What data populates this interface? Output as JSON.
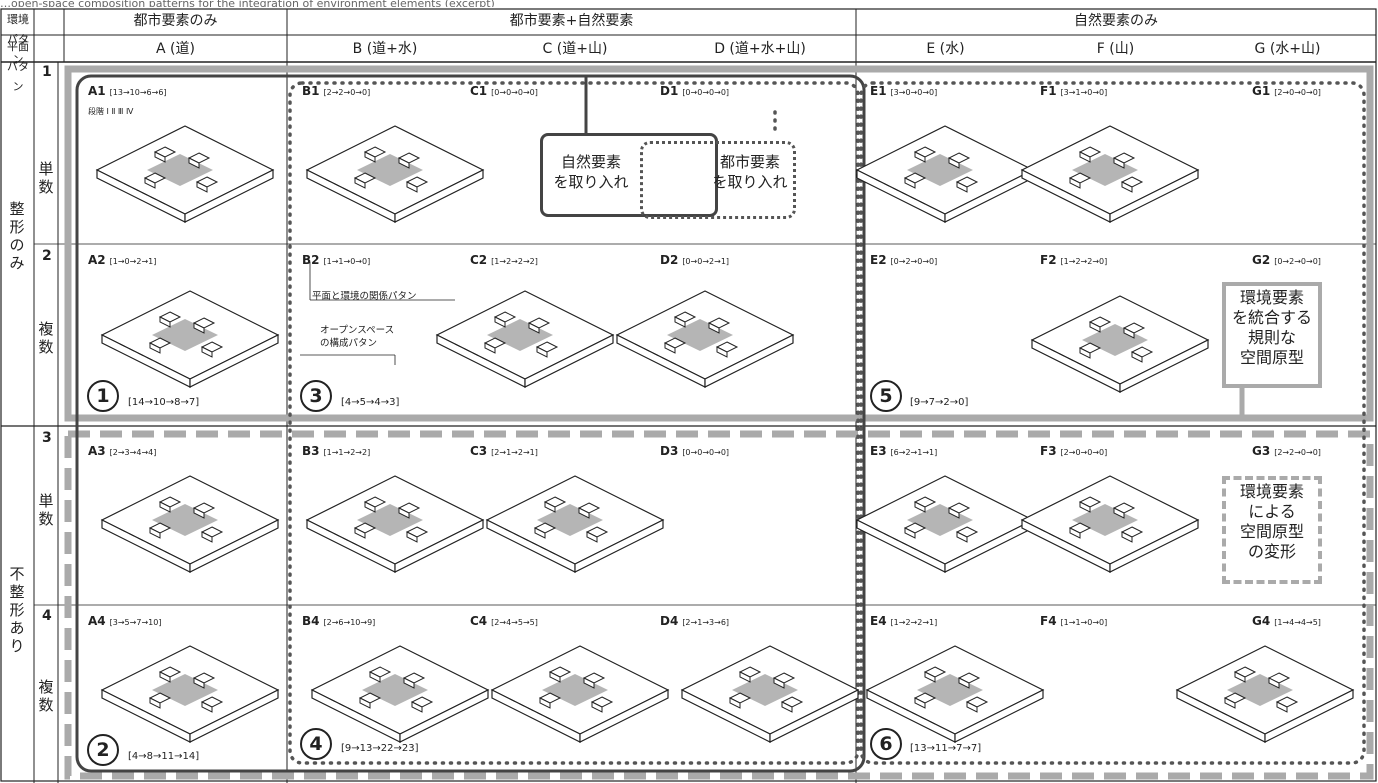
{
  "top_caption": "…open-space composition patterns for the integration of environment elements (excerpt)",
  "header": {
    "env_pattern_label": "環境パタン",
    "plan_pattern_label": "平面パタン",
    "groups": [
      "都市要素のみ",
      "都市要素+自然要素",
      "自然要素のみ"
    ],
    "columns": [
      "A (道)",
      "B (道+水)",
      "C (道+山)",
      "D (道+水+山)",
      "E (水)",
      "F (山)",
      "G (水+山)"
    ]
  },
  "row_groups": [
    {
      "label": "整形のみ",
      "chars": [
        "整",
        "形",
        "の",
        "み"
      ]
    },
    {
      "label": "不整形あり",
      "chars": [
        "不",
        "整",
        "形",
        "あ",
        "り"
      ]
    }
  ],
  "rows": [
    {
      "num": "1",
      "label_chars": [
        "単",
        "数"
      ]
    },
    {
      "num": "2",
      "label_chars": [
        "複",
        "数"
      ]
    },
    {
      "num": "3",
      "label_chars": [
        "単",
        "数"
      ]
    },
    {
      "num": "4",
      "label_chars": [
        "複",
        "数"
      ]
    }
  ],
  "cells": [
    {
      "id": "A1",
      "count": "[13→10→6→6]"
    },
    {
      "id": "B1",
      "count": "[2→2→0→0]"
    },
    {
      "id": "C1",
      "count": "[0→0→0→0]"
    },
    {
      "id": "D1",
      "count": "[0→0→0→0]"
    },
    {
      "id": "E1",
      "count": "[3→0→0→0]"
    },
    {
      "id": "F1",
      "count": "[3→1→0→0]"
    },
    {
      "id": "G1",
      "count": "[2→0→0→0]"
    },
    {
      "id": "A2",
      "count": "[1→0→2→1]"
    },
    {
      "id": "B2",
      "count": "[1→1→0→0]"
    },
    {
      "id": "C2",
      "count": "[1→2→2→2]"
    },
    {
      "id": "D2",
      "count": "[0→0→2→1]"
    },
    {
      "id": "E2",
      "count": "[0→2→0→0]"
    },
    {
      "id": "F2",
      "count": "[1→2→2→0]"
    },
    {
      "id": "G2",
      "count": "[0→2→0→0]"
    },
    {
      "id": "A3",
      "count": "[2→3→4→4]"
    },
    {
      "id": "B3",
      "count": "[1→1→2→2]"
    },
    {
      "id": "C3",
      "count": "[2→1→2→1]"
    },
    {
      "id": "D3",
      "count": "[0→0→0→0]"
    },
    {
      "id": "E3",
      "count": "[6→2→1→1]"
    },
    {
      "id": "F3",
      "count": "[2→0→0→0]"
    },
    {
      "id": "G3",
      "count": "[2→2→0→0]"
    },
    {
      "id": "A4",
      "count": "[3→5→7→10]"
    },
    {
      "id": "B4",
      "count": "[2→6→10→9]"
    },
    {
      "id": "C4",
      "count": "[2→4→5→5]"
    },
    {
      "id": "D4",
      "count": "[2→1→3→6]"
    },
    {
      "id": "E4",
      "count": "[1→2→2→1]"
    },
    {
      "id": "F4",
      "count": "[1→1→0→0]"
    },
    {
      "id": "G4",
      "count": "[1→4→4→5]"
    }
  ],
  "stage_label": "段階 Ⅰ Ⅱ Ⅲ Ⅳ",
  "annotations": {
    "plan_env_relation": "平面と環境の関係パタン",
    "open_space_line1": "オープンスペース",
    "open_space_line2": "の構成パタン"
  },
  "groups": [
    {
      "num": "1",
      "count": "[14→10→8→7]"
    },
    {
      "num": "2",
      "count": "[4→8→11→14]"
    },
    {
      "num": "3",
      "count": "[4→5→4→3]"
    },
    {
      "num": "4",
      "count": "[9→13→22→23]"
    },
    {
      "num": "5",
      "count": "[9→7→2→0]"
    },
    {
      "num": "6",
      "count": "[13→11→7→7]"
    }
  ],
  "callouts": {
    "nature_in": [
      "自然要素",
      "を取り入れ"
    ],
    "urban_in": [
      "都市要素",
      "を取り入れ"
    ],
    "regular": [
      "環境要素",
      "を統合する",
      "規則な",
      "空間原型"
    ],
    "deform": [
      "環境要素",
      "による",
      "空間原型",
      "の変形"
    ]
  },
  "colors": {
    "line": "#222222",
    "gray_frame": "#aaaaaa",
    "open_space": "#b5b5b5",
    "dotted": "#555555"
  }
}
